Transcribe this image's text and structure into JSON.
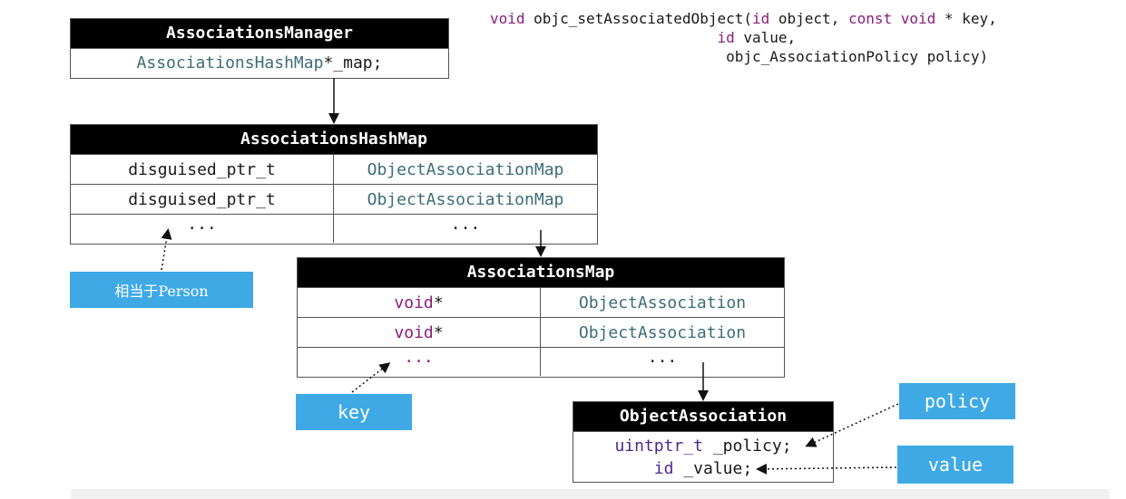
{
  "signature": {
    "line1_kw1": "void",
    "line1_rest": " objc_setAssociatedObject(",
    "line1_kw2": "id",
    "line1_rest2": " object, ",
    "line1_kw3": "const void",
    "line1_rest3": " * key,",
    "line2_kw": "id",
    "line2_rest": " value,",
    "line3": "objc_AssociationPolicy policy)"
  },
  "associations_manager": {
    "title": "AssociationsManager",
    "field_type": "AssociationsHashMap",
    "field_rest": " *_map;"
  },
  "associations_hash_map": {
    "title": "AssociationsHashMap",
    "rows": [
      {
        "key": "disguised_ptr_t",
        "value": "ObjectAssociationMap"
      },
      {
        "key": "disguised_ptr_t",
        "value": "ObjectAssociationMap"
      },
      {
        "key": "···",
        "value": "···"
      }
    ]
  },
  "associations_map": {
    "title": "AssociationsMap",
    "rows": [
      {
        "key_kw": "void",
        "key_rest": " *",
        "value": "ObjectAssociation"
      },
      {
        "key_kw": "void",
        "key_rest": " *",
        "value": "ObjectAssociation"
      },
      {
        "key_kw": "···",
        "key_rest": "",
        "value": "···"
      }
    ]
  },
  "object_association": {
    "title": "ObjectAssociation",
    "line1_type": "uintptr_t",
    "line1_rest": " _policy;",
    "line2_type": "id",
    "line2_rest": " _value;"
  },
  "callouts": {
    "person": "相当于Person",
    "key": "key",
    "policy": "policy",
    "value": "value"
  },
  "colors": {
    "keyword": "#8a1c7c",
    "type": "#3c6d76",
    "callout": "#3fa9e6",
    "header": "#000000"
  }
}
